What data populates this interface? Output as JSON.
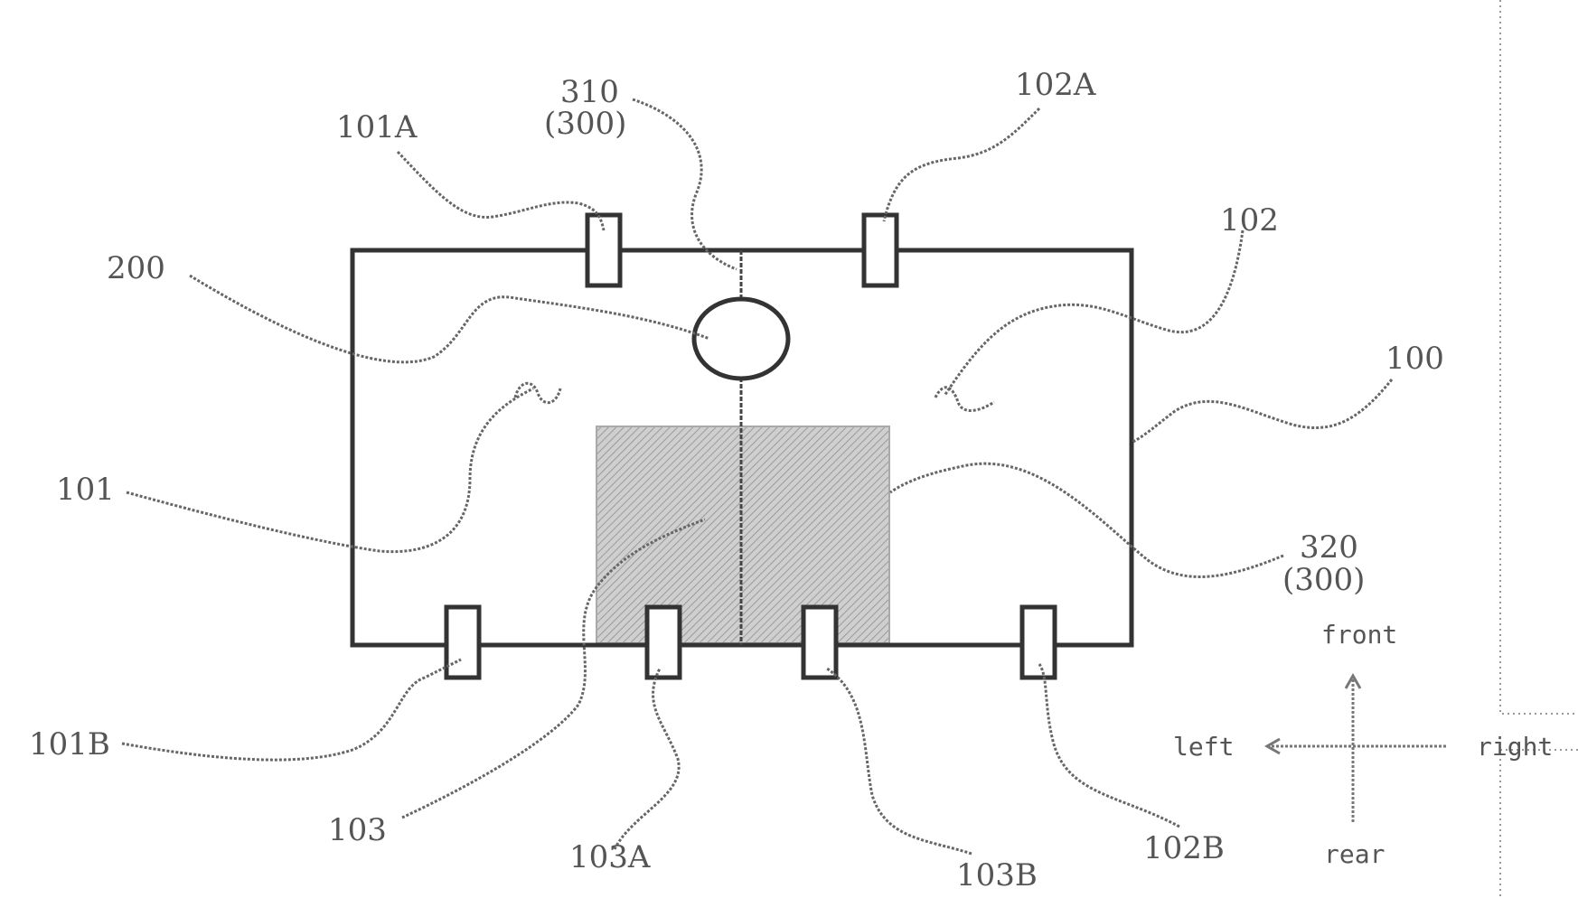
{
  "labels": {
    "l100": "100",
    "l101": "101",
    "l101A": "101A",
    "l101B": "101B",
    "l102": "102",
    "l102A": "102A",
    "l102B": "102B",
    "l103": "103",
    "l103A": "103A",
    "l103B": "103B",
    "l200": "200",
    "l310": "310",
    "l310sub": "(300)",
    "l320": "320",
    "l320sub": "(300)"
  },
  "directions": {
    "front": "front",
    "rear": "rear",
    "left": "left",
    "right": "right"
  },
  "colors": {
    "line": "#333333",
    "shade": "#bdbdbd"
  }
}
